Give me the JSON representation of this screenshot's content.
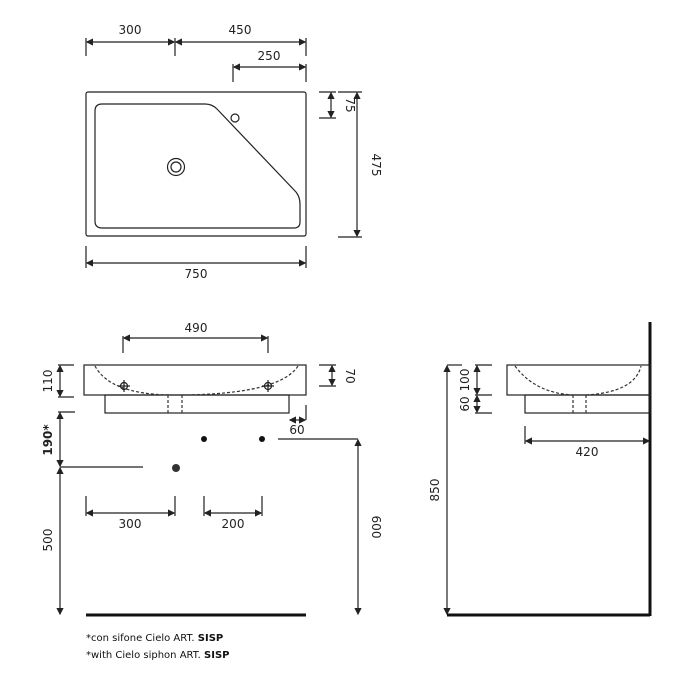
{
  "top_view": {
    "dims": {
      "w_left": "300",
      "w_right": "450",
      "tap_offset": "250",
      "tap_depth": "75",
      "depth": "475",
      "width": "750"
    }
  },
  "front_view": {
    "dims": {
      "drain_span": "490",
      "height": "110",
      "basin_depth": "70",
      "overhang": "60",
      "siphon_height": "190*",
      "wall_height": "500",
      "outlet_height": "600",
      "siphon_left": "300",
      "supply_span": "200"
    }
  },
  "side_view": {
    "dims": {
      "top": "100",
      "lower": "60",
      "total_height": "850",
      "depth": "420"
    }
  },
  "notes": [
    {
      "prefix": "*con sifone Cielo ART. ",
      "code": "SISP"
    },
    {
      "prefix": "*with Cielo siphon ART. ",
      "code": "SISP"
    }
  ]
}
